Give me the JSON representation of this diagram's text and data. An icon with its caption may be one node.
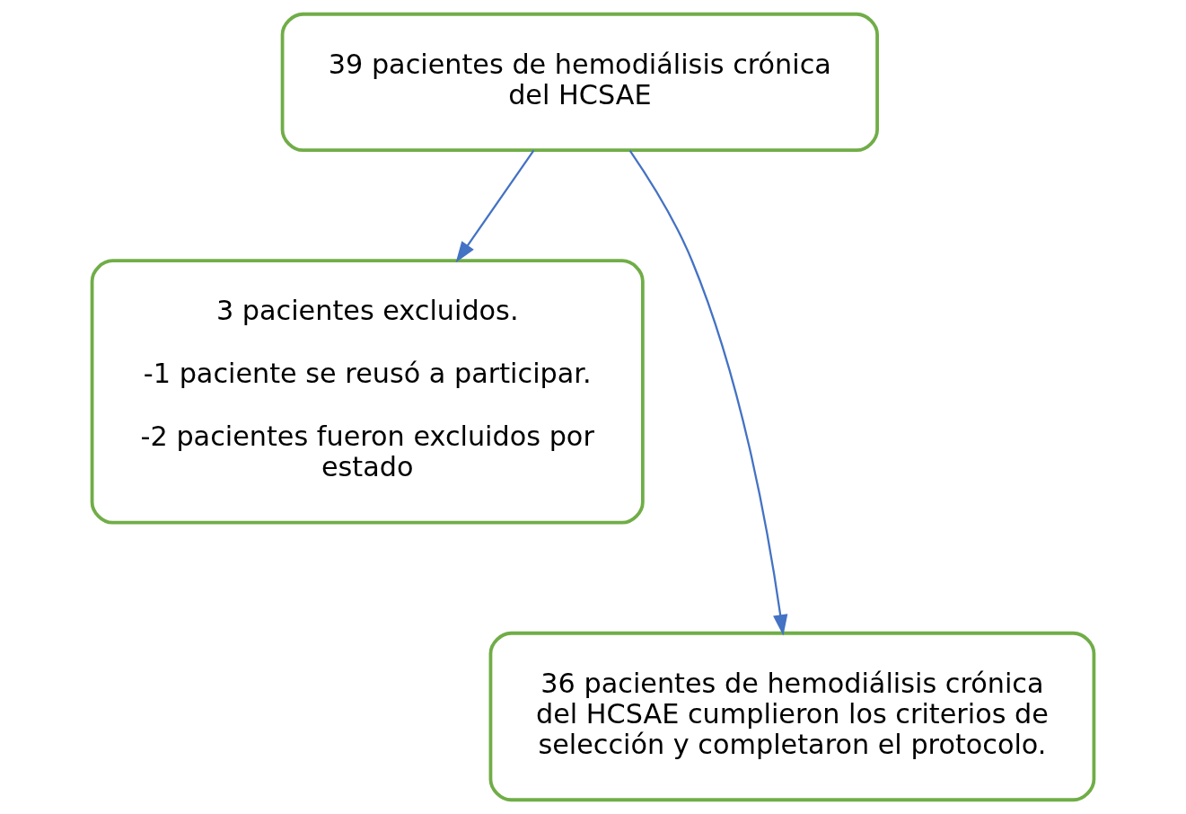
{
  "diagram": {
    "nodes": [
      {
        "text": [
          "39 pacientes de hemodiálisis crónica del HCSAE"
        ]
      },
      {
        "text": [
          "3 pacientes excluidos.",
          "-1 paciente se reusó a participar.",
          "-2 pacientes fueron excluidos por estado"
        ]
      },
      {
        "text": [
          "36 pacientes de hemodiálisis crónica del HCSAE cumplieron los criterios de selección y completaron el protocolo."
        ]
      }
    ],
    "edges": [
      {
        "from": 0,
        "to": 1,
        "arrow": "to"
      },
      {
        "from": 0,
        "to": 2,
        "arrow": "to"
      }
    ]
  }
}
